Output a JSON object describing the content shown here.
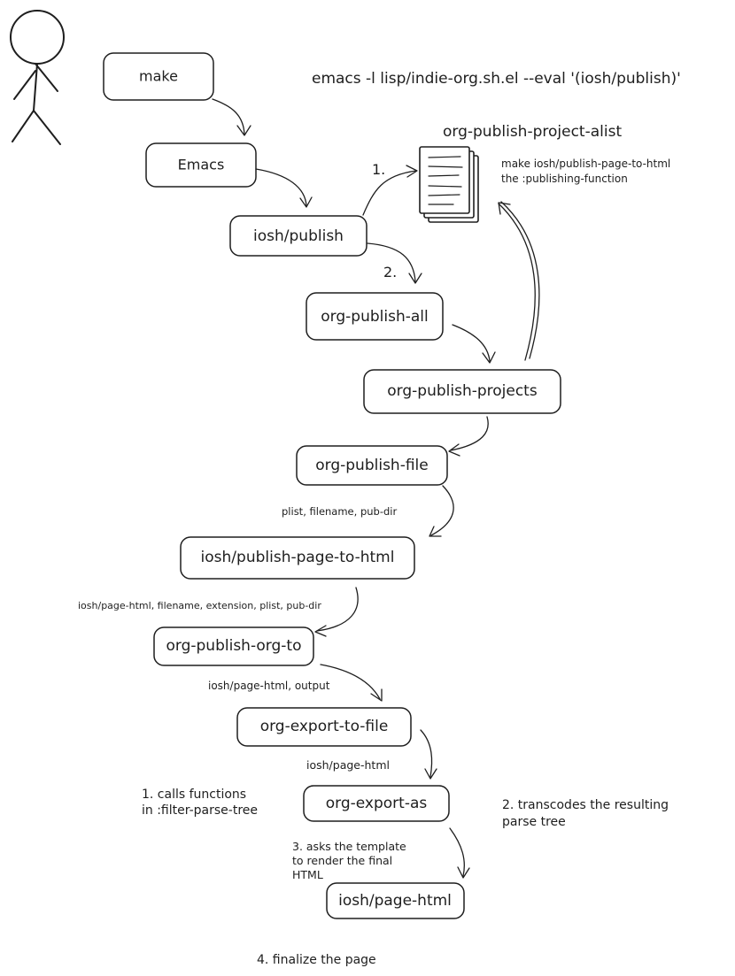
{
  "command": "emacs -l lisp/indie-org.sh.el --eval '(iosh/publish)'",
  "nodes": {
    "make": "make",
    "emacs": "Emacs",
    "iosh_publish": "iosh/publish",
    "org_publish_all": "org-publish-all",
    "org_publish_projects": "org-publish-projects",
    "org_publish_file": "org-publish-file",
    "iosh_publish_page_to_html": "iosh/publish-page-to-html",
    "org_publish_org_to": "org-publish-org-to",
    "org_export_to_file": "org-export-to-file",
    "org_export_as": "org-export-as",
    "iosh_page_html": "iosh/page-html"
  },
  "project_alist": {
    "title": "org-publish-project-alist",
    "note_line1": "make iosh/publish-page-to-html",
    "note_line2": "the :publishing-function"
  },
  "steps": {
    "step1": "1.",
    "step2": "2."
  },
  "edge_labels": {
    "plist_filename_pubdir": "plist, filename, pub-dir",
    "page_html_args": "iosh/page-html, filename, extension, plist, pub-dir",
    "page_html_output": "iosh/page-html, output",
    "page_html": "iosh/page-html"
  },
  "export_notes": {
    "calls_line1": "1. calls functions",
    "calls_line2": "in :filter-parse-tree",
    "transcodes_line1": "2. transcodes the resulting",
    "transcodes_line2": "parse tree",
    "template_line1": "3. asks the template",
    "template_line2": "to render the final",
    "template_line3": "HTML",
    "finalize": "4. finalize the page"
  }
}
